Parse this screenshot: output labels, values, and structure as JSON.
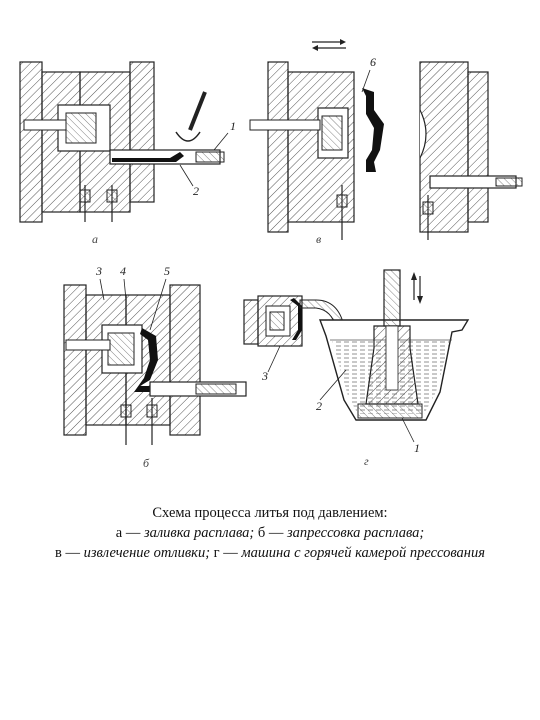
{
  "diagrams": {
    "a": {
      "sublabel": "а",
      "part_labels": [
        "1",
        "2"
      ]
    },
    "v": {
      "sublabel": "в",
      "part_labels": [
        "6"
      ]
    },
    "b": {
      "sublabel": "б",
      "part_labels": [
        "3",
        "4",
        "5"
      ]
    },
    "g": {
      "sublabel": "г",
      "part_labels": [
        "3",
        "2",
        "1"
      ]
    }
  },
  "caption": {
    "title": "Схема процесса литья под давлением:",
    "a_key": "а — ",
    "a_text": "заливка расплава; ",
    "b_key": "б — ",
    "b_text": "запрессовка расплава;",
    "v_key": "в — ",
    "v_text": "извлечение отливки; ",
    "g_key": "г — ",
    "g_text": "машина с горячей камерой прессования"
  },
  "colors": {
    "line": "#222222",
    "hatch": "#555555",
    "melt": "#111111"
  }
}
